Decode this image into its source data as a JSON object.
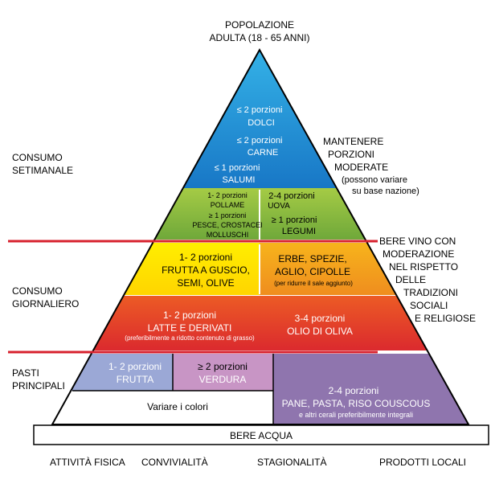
{
  "header": {
    "line1": "POPOLAZIONE",
    "line2": "ADULTA (18 - 65 ANNI)"
  },
  "left_labels": {
    "weekly": [
      "CONSUMO",
      "SETIMANALE"
    ],
    "daily": [
      "CONSUMO",
      "GIORNALIERO"
    ],
    "meals": [
      "PASTI",
      "PRINCIPALI"
    ]
  },
  "right_notes": {
    "moderate": [
      "MANTENERE",
      "PORZIONI",
      "MODERATE"
    ],
    "moderate_sub": [
      "(possono variare",
      "su base nazione)"
    ],
    "wine": [
      "BERE VINO CON",
      "MODERAZIONE",
      "NEL RISPETTO",
      "DELLE",
      "TRADIZIONI",
      "SOCIALI",
      "E RELIGIOSE"
    ]
  },
  "tiers": {
    "top": {
      "sweets_portion": "≤ 2 porzioni",
      "sweets": "DOLCI",
      "meat_portion": "≤ 2 porzioni",
      "meat": "CARNE",
      "cured_portion": "≤ 1 porzioni",
      "cured": "SALUMI"
    },
    "green": {
      "poultry_portion": "1- 2 porzioni",
      "poultry": "POLLAME",
      "fish_portion": "≥ 1 porzioni",
      "fish": [
        "PESCE, CROSTACEI",
        "MOLLUSCHI"
      ],
      "eggs_portion": "2-4 porzioni",
      "eggs": "UOVA",
      "legumes_portion": "≥ 1 porzioni",
      "legumes": "LEGUMI"
    },
    "yellow": {
      "nuts_portion": "1- 2 porzioni",
      "nuts": [
        "FRUTTA A GUSCIO,",
        "SEMI, OLIVE"
      ],
      "herbs": [
        "ERBE, SPEZIE,",
        "AGLIO, CIPOLLE"
      ],
      "herbs_note": "(per ridurre il sale aggiunto)"
    },
    "red": {
      "dairy_portion": "1- 2 porzioni",
      "dairy": "LATTE E DERIVATI",
      "dairy_note": "(preferibilmente a ridotto contenuto di grasso)",
      "oil_portion": "3-4 porzioni",
      "oil": "OLIO DI OLIVA"
    },
    "base": {
      "fruit_portion": "1- 2 porzioni",
      "fruit": "FRUTTA",
      "veg_portion": "≥ 2 porzioni",
      "veg": "VERDURA",
      "colors": "Variare i colori",
      "grains_portion": "2-4 porzioni",
      "grains": "PANE, PASTA, RISO COUSCOUS",
      "grains_note": "e altri cerali preferibilmente integrali"
    },
    "water": "BERE ACQUA"
  },
  "footer": [
    "ATTIVITÀ FISICA",
    "CONVIVIALITÀ",
    "STAGIONALITÀ",
    "PRODOTTI LOCALI"
  ],
  "colors": {
    "blue": "#1E9AD6",
    "green": "#8CBF3F",
    "yellow": "#FFE400",
    "orange": "#F5A81C",
    "red": "#E53B2C",
    "lavender": "#9BA8D6",
    "pink": "#C895C5",
    "purple": "#8F75AE",
    "line": "#D7212E",
    "outline": "#000000"
  }
}
